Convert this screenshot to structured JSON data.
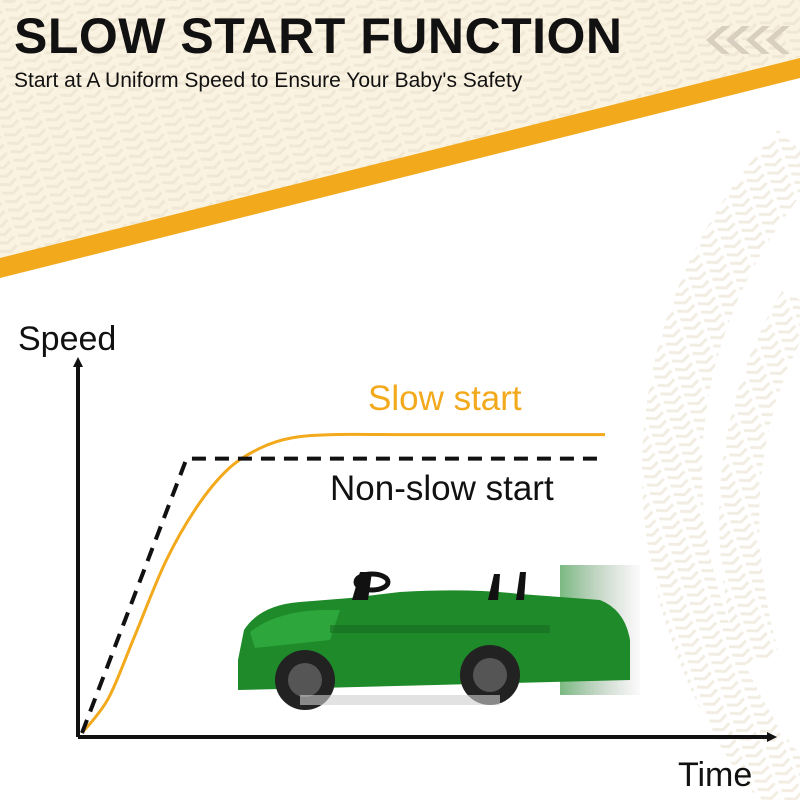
{
  "header": {
    "title": "SLOW START FUNCTION",
    "subtitle": "Start at A Uniform Speed to Ensure Your Baby's Safety"
  },
  "colors": {
    "accent": "#f3a91c",
    "banner_bg": "#fbf3e2",
    "axis": "#111111",
    "car_body": "#1f8a2a"
  },
  "chart_data": {
    "type": "line",
    "xlabel": "Time",
    "ylabel": "Speed",
    "xlim": [
      0,
      100
    ],
    "ylim": [
      0,
      100
    ],
    "grid": false,
    "series": [
      {
        "name": "Slow start",
        "style": "solid",
        "color": "#f3a91c",
        "x": [
          0,
          5,
          10,
          16,
          22,
          28,
          34,
          40,
          48,
          60,
          75,
          100
        ],
        "y": [
          0,
          10,
          28,
          50,
          66,
          77,
          83,
          86,
          87,
          87,
          87,
          87
        ]
      },
      {
        "name": "Non-slow start",
        "style": "dashed",
        "color": "#111111",
        "x": [
          0,
          20,
          100
        ],
        "y": [
          0,
          80,
          80
        ]
      }
    ]
  },
  "decoration": {
    "car_icon": "green-ride-on-car-icon",
    "tire_tracks_icon": "tire-tracks-icon",
    "chevrons_icon": "chevron-arrows-icon"
  }
}
